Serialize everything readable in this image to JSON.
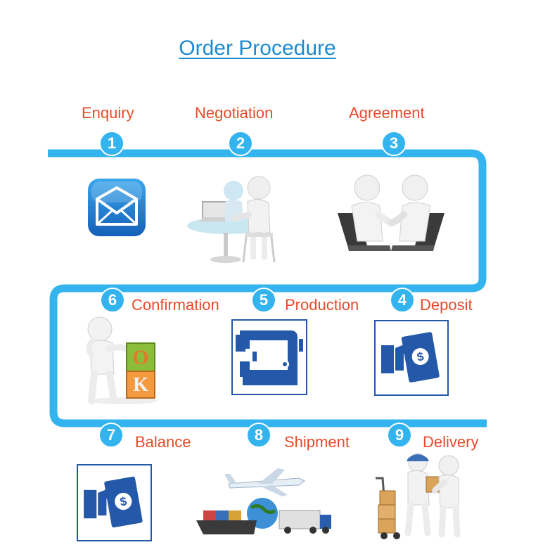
{
  "title": "Order Procedure",
  "colors": {
    "accent": "#33b4ee",
    "label": "#e8492b",
    "title": "#1d8bd0",
    "icon_blue": "#2458a8"
  },
  "steps": [
    {
      "number": "1",
      "label": "Enquiry",
      "icon": "envelope-icon"
    },
    {
      "number": "2",
      "label": "Negotiation",
      "icon": "meeting-figures-icon"
    },
    {
      "number": "3",
      "label": "Agreement",
      "icon": "laptop-handshake-icon"
    },
    {
      "number": "4",
      "label": "Deposit",
      "icon": "payment-icon"
    },
    {
      "number": "5",
      "label": "Production",
      "icon": "sewing-machine-icon"
    },
    {
      "number": "6",
      "label": "Confirmation",
      "icon": "ok-blocks-icon"
    },
    {
      "number": "7",
      "label": "Balance",
      "icon": "payment-icon"
    },
    {
      "number": "8",
      "label": "Shipment",
      "icon": "transport-icon"
    },
    {
      "number": "9",
      "label": "Delivery",
      "icon": "delivery-figures-icon"
    }
  ]
}
